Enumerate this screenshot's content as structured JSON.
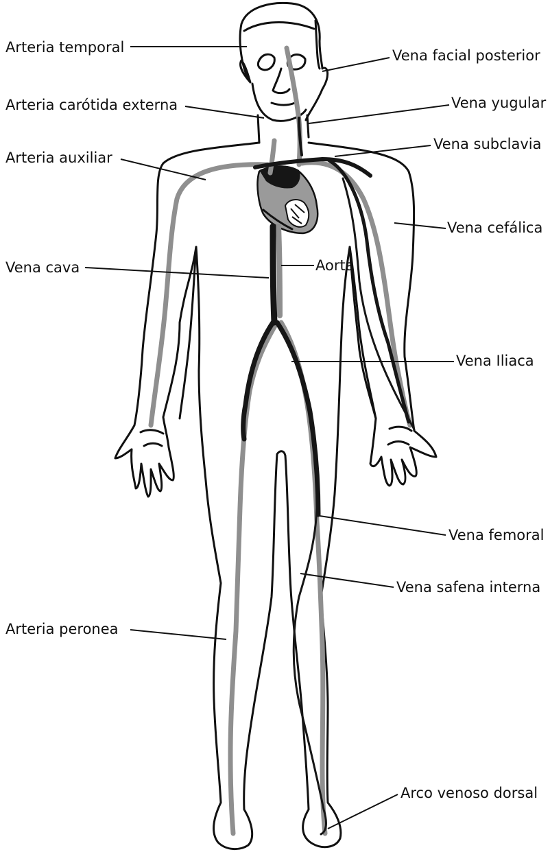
{
  "diagram": {
    "labels": {
      "arteria_temporal": "Arteria temporal",
      "arteria_carotida_externa": "Arteria carótida externa",
      "arteria_auxiliar": "Arteria auxiliar",
      "vena_cava": "Vena cava",
      "aorta": "Aorta",
      "arteria_peronea": "Arteria peronea",
      "vena_facial_posterior": "Vena facial posterior",
      "vena_yugular": "Vena yugular",
      "vena_subclavia": "Vena subclavia",
      "vena_cefalica": "Vena cefálica",
      "vena_iliaca": "Vena Iliaca",
      "vena_femoral": "Vena femoral",
      "vena_safena_interna": "Vena safena interna",
      "arco_venoso_dorsal": "Arco venoso dorsal"
    },
    "colors": {
      "artery": "#8f8f8f",
      "vein": "#161616",
      "outline": "#111111",
      "background": "#ffffff"
    }
  }
}
